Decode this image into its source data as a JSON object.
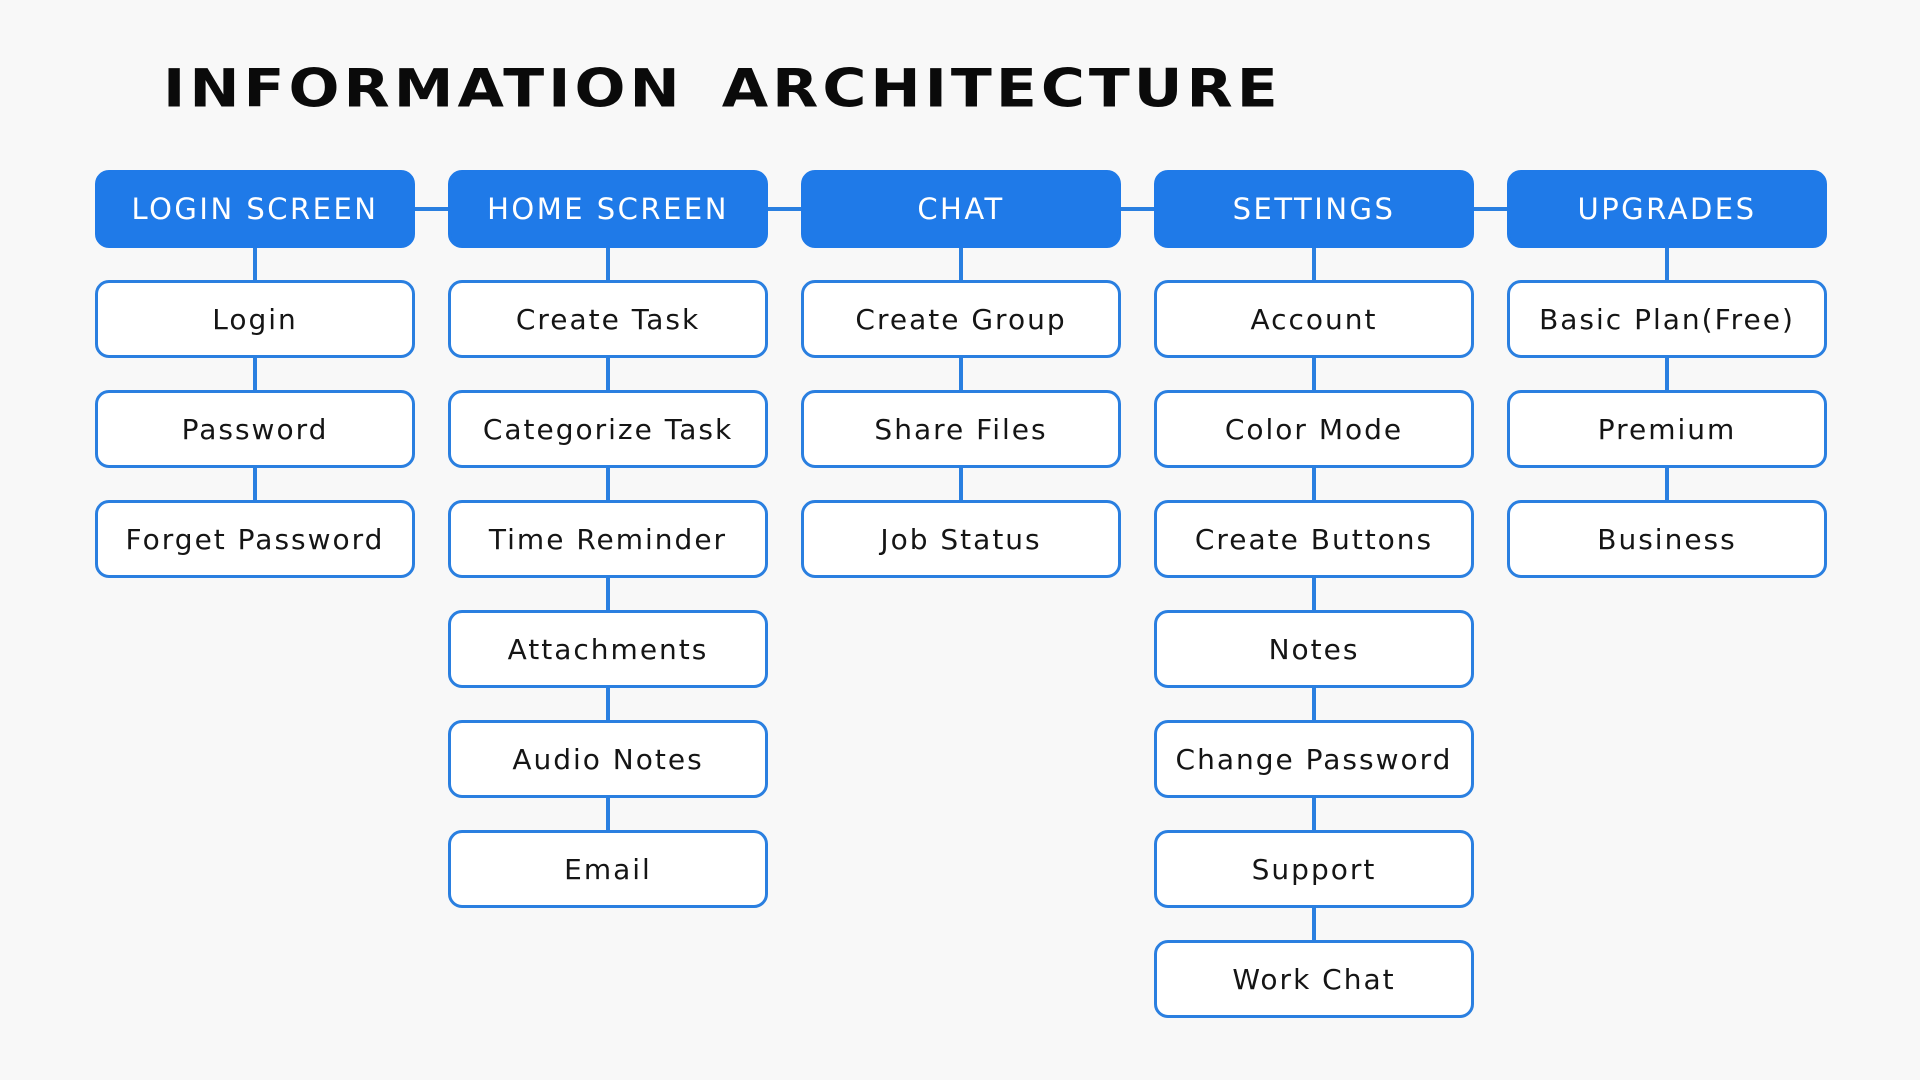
{
  "title": {
    "word1": "INFORMATION",
    "word2": "ARCHITECTURE"
  },
  "colors": {
    "header_fill": "#1f7ae8",
    "item_border": "#2a7fe0",
    "connector": "#2a7fe0",
    "background": "#f8f8f8"
  },
  "columns": [
    {
      "header": "LOGIN SCREEN",
      "items": [
        "Login",
        "Password",
        "Forget Password"
      ]
    },
    {
      "header": "HOME SCREEN",
      "items": [
        "Create Task",
        "Categorize Task",
        "Time Reminder",
        "Attachments",
        "Audio Notes",
        "Email"
      ]
    },
    {
      "header": "CHAT",
      "items": [
        "Create Group",
        "Share Files",
        "Job Status"
      ]
    },
    {
      "header": "SETTINGS",
      "items": [
        "Account",
        "Color Mode",
        "Create Buttons",
        "Notes",
        "Change Password",
        "Support",
        "Work Chat"
      ]
    },
    {
      "header": "UPGRADES",
      "items": [
        "Basic Plan(Free)",
        "Premium",
        "Business"
      ]
    }
  ]
}
